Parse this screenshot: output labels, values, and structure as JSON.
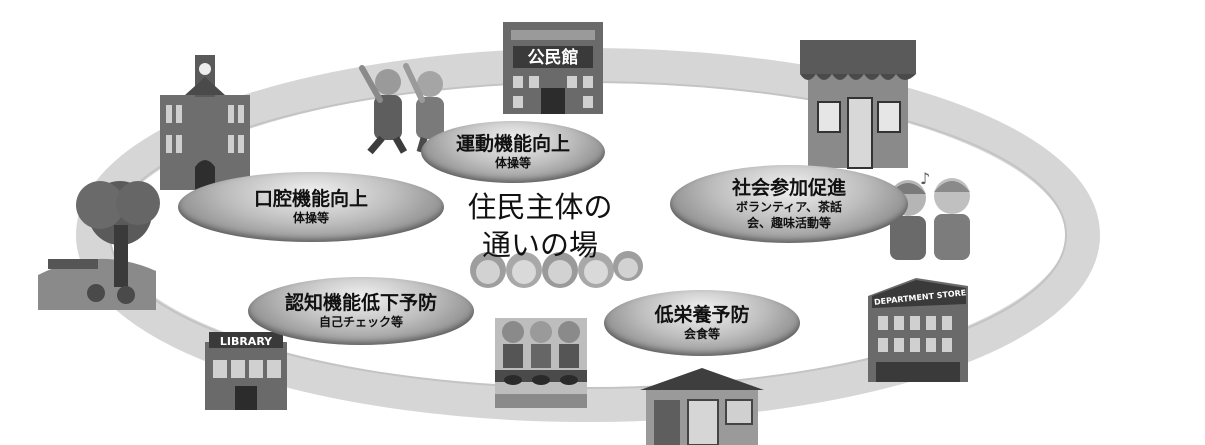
{
  "center": {
    "line1": "住民主体の",
    "line2": "通いの場"
  },
  "activities": [
    {
      "title": "運動機能向上",
      "sub": "体操等"
    },
    {
      "title": "口腔機能向上",
      "sub": "体操等"
    },
    {
      "title": "社会参加促進",
      "sub": "ボランティア、茶話",
      "sub2": "会、趣味活動等"
    },
    {
      "title": "認知機能低下予防",
      "sub": "自己チェック等"
    },
    {
      "title": "低栄養予防",
      "sub": "会食等"
    }
  ],
  "buildings": {
    "community_hall_sign": "公民館",
    "library_sign": "LIBRARY",
    "department_store_sign": "DEPARTMENT STORE"
  },
  "icons": [
    "university-building-icon",
    "exercising-seniors-icon",
    "community-hall-icon",
    "shop-icon",
    "park-tree-icon",
    "singing-seniors-icon",
    "library-icon",
    "dining-seniors-icon",
    "japanese-house-icon",
    "department-store-icon",
    "seniors-group-icon"
  ]
}
